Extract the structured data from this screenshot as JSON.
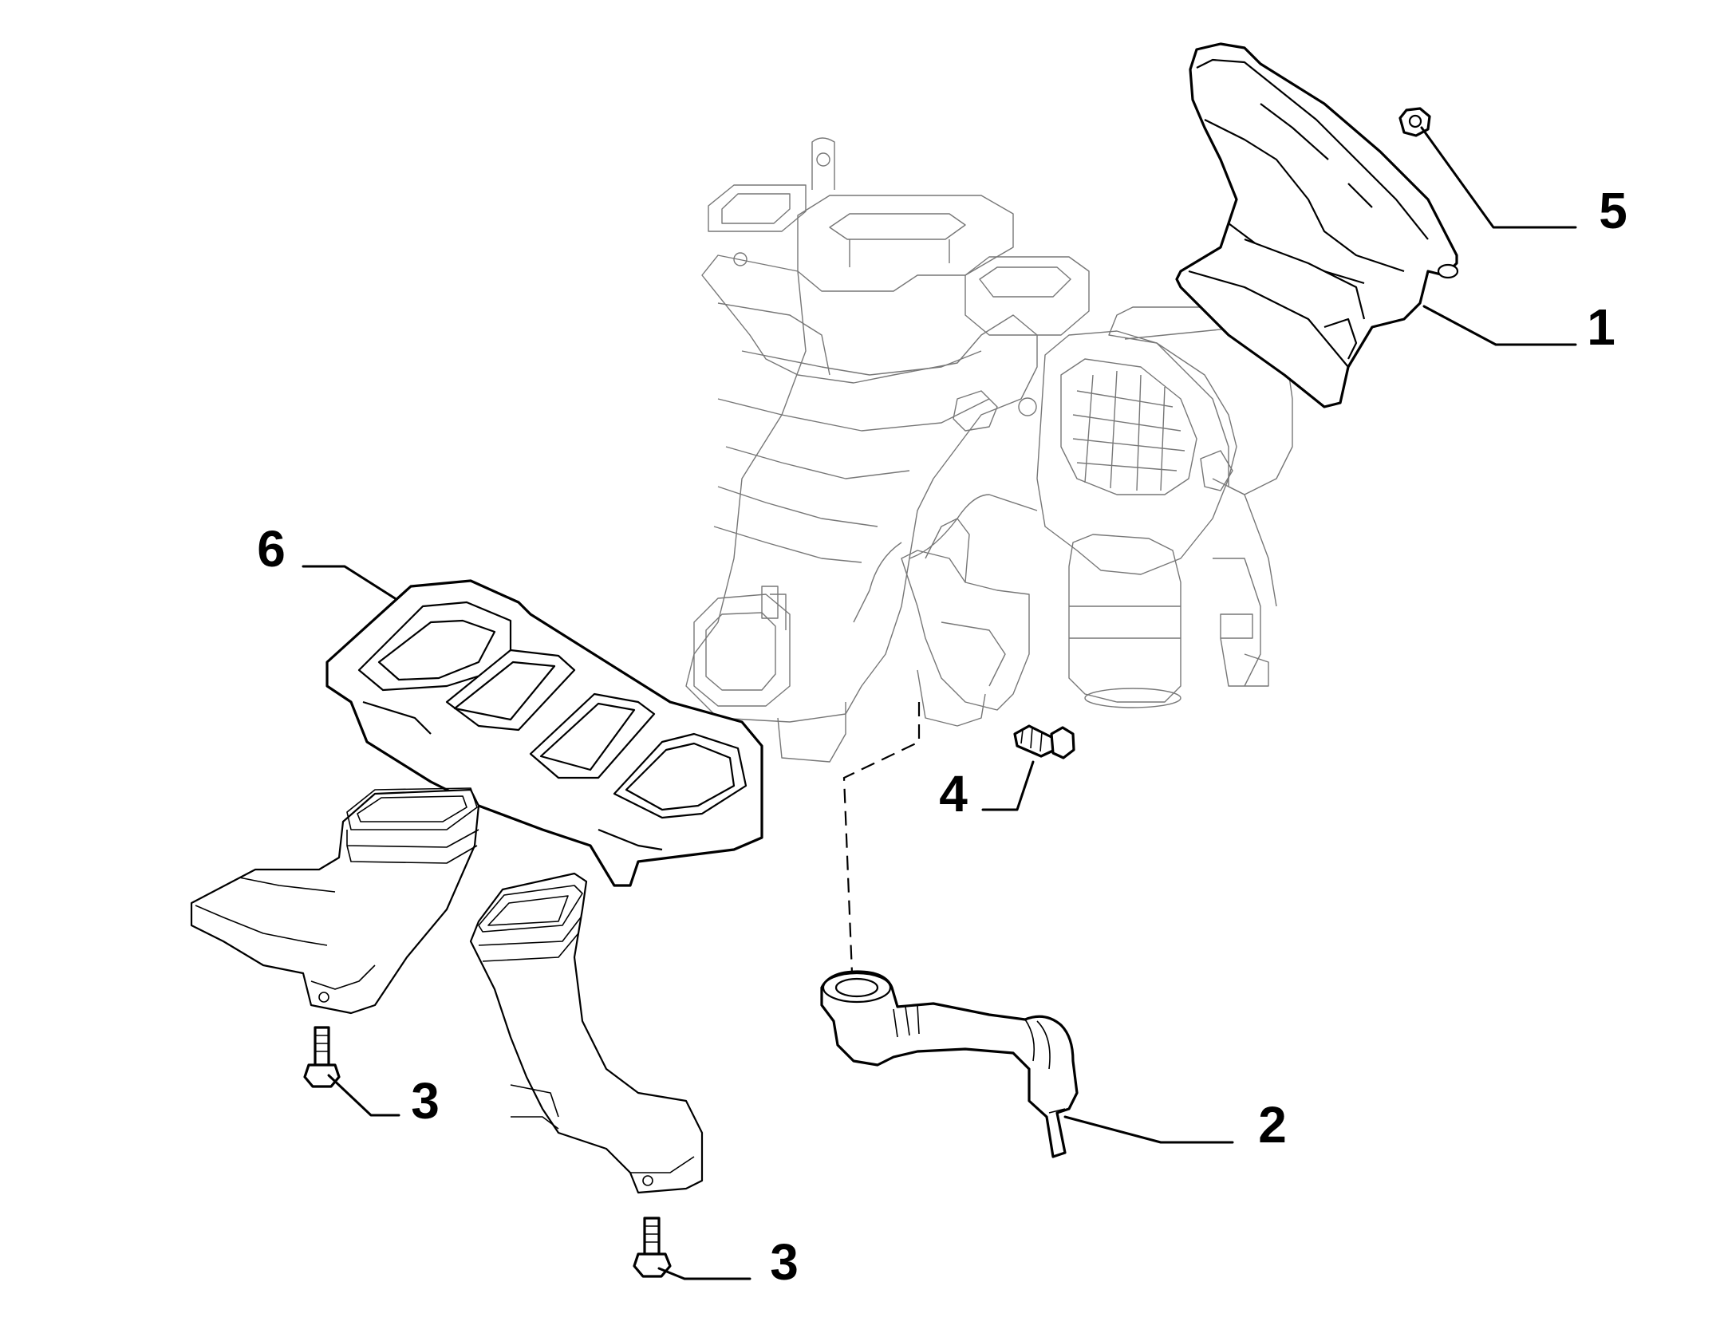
{
  "callouts": [
    {
      "id": "1",
      "label": "1"
    },
    {
      "id": "2",
      "label": "2"
    },
    {
      "id": "3a",
      "label": "3"
    },
    {
      "id": "3b",
      "label": "3"
    },
    {
      "id": "4",
      "label": "4"
    },
    {
      "id": "5",
      "label": "5"
    },
    {
      "id": "6",
      "label": "6"
    }
  ]
}
